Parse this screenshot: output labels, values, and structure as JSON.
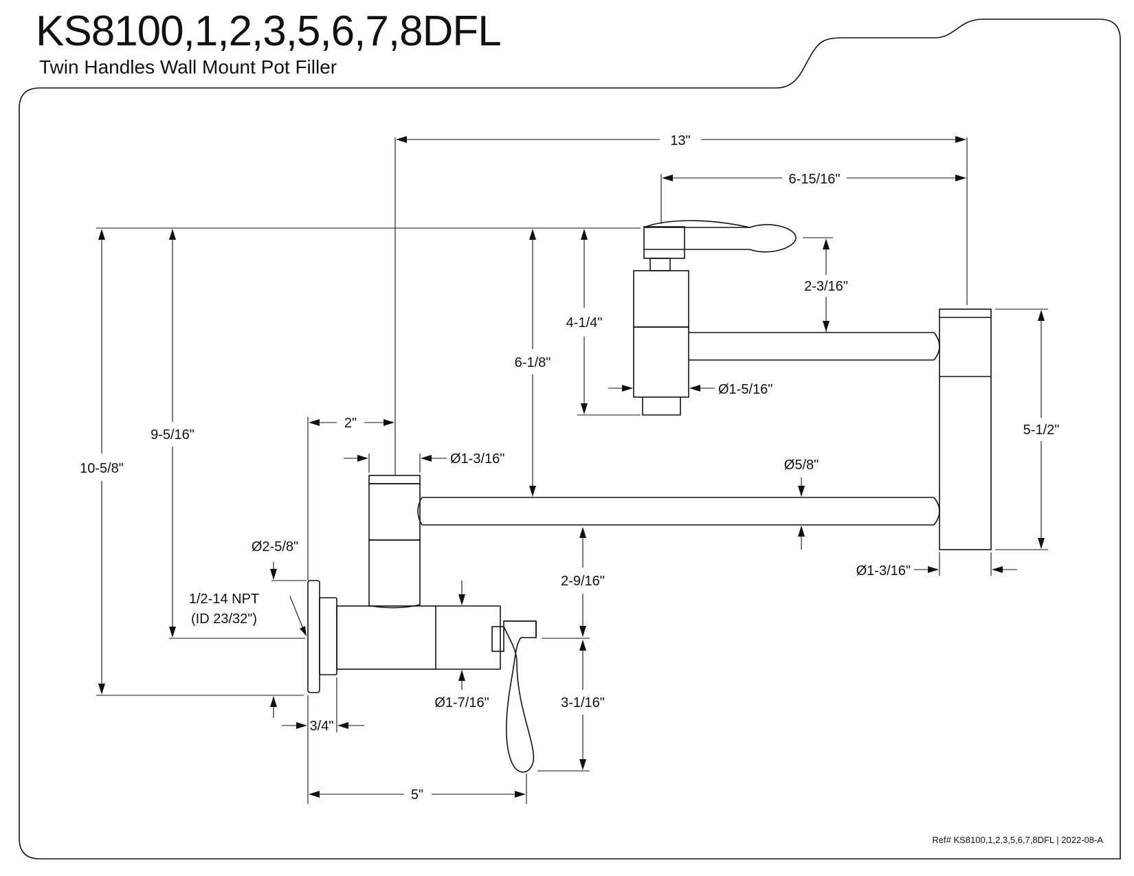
{
  "header": {
    "title": "KS8100,1,2,3,5,6,7,8DFL",
    "subtitle": "Twin Handles Wall Mount Pot Filler"
  },
  "footer": {
    "reference": "Ref# KS8100,1,2,3,5,6,7,8DFL | 2022-08-A"
  },
  "dimensions": {
    "overall_reach": "13\"",
    "upper_arm_reach": "6-15/16\"",
    "upper_handle_rise": "2-3/16\"",
    "upper_body_height": "4-1/4\"",
    "upper_joint_dia": "Ø1-5/16\"",
    "height_to_lower_arm": "6-1/8\"",
    "overall_height": "10-5/8\"",
    "height_inlet_to_top": "9-5/16\"",
    "wall_to_riser": "2\"",
    "riser_dia": "Ø1-3/16\"",
    "arm_tube_dia": "Ø5/8\"",
    "swivel_height": "5-1/2\"",
    "swivel_dia": "Ø1-3/16\"",
    "flange_dia": "Ø2-5/8\"",
    "inlet_thread_line1": "1/2-14 NPT",
    "inlet_thread_line2": "(ID 23/32\")",
    "valve_above_handle_pivot": "2-9/16\"",
    "valve_body_dia": "Ø1-7/16\"",
    "lower_handle_drop": "3-1/16\"",
    "flange_depth": "3/4\"",
    "wall_to_handle": "5\""
  }
}
